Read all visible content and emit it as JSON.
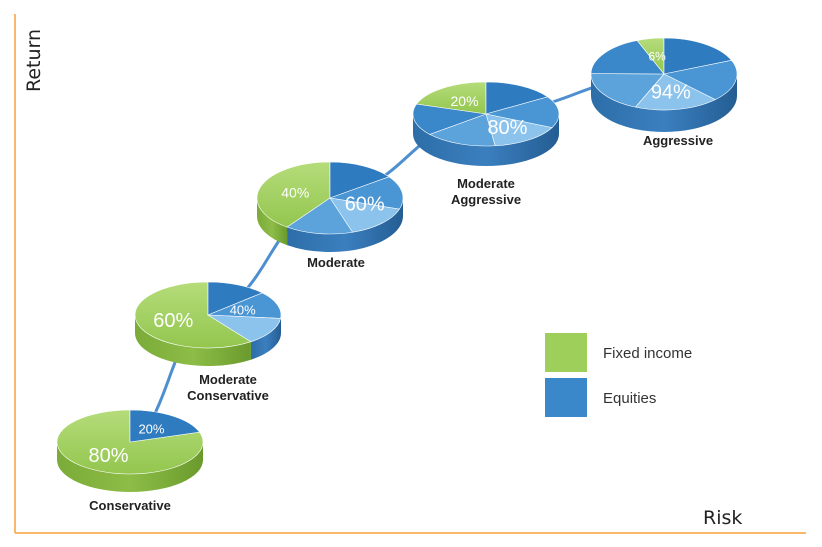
{
  "chart_data": {
    "type": "pie",
    "xlabel": "Risk",
    "ylabel": "Return",
    "series": [
      {
        "name": "Fixed income",
        "color": "#9ecf5b"
      },
      {
        "name": "Equities",
        "color": "#3a87c9"
      }
    ],
    "portfolios": [
      {
        "label": [
          "Conservative"
        ],
        "fixed_income": 80,
        "equities": 20,
        "fixed_label": "80%",
        "equities_label": "20%"
      },
      {
        "label": [
          "Moderate",
          "Conservative"
        ],
        "fixed_income": 60,
        "equities": 40,
        "fixed_label": "60%",
        "equities_label": "40%"
      },
      {
        "label": [
          "Moderate"
        ],
        "fixed_income": 40,
        "equities": 60,
        "fixed_label": "40%",
        "equities_label": "60%"
      },
      {
        "label": [
          "Moderate",
          "Aggressive"
        ],
        "fixed_income": 20,
        "equities": 80,
        "fixed_label": "20%",
        "equities_label": "80%"
      },
      {
        "label": [
          "Aggressive"
        ],
        "fixed_income": 6,
        "equities": 94,
        "fixed_label": "6%",
        "equities_label": "94%"
      }
    ],
    "legend": {
      "position": "bottom-right",
      "items": [
        "Fixed income",
        "Equities"
      ]
    },
    "grid": false
  }
}
